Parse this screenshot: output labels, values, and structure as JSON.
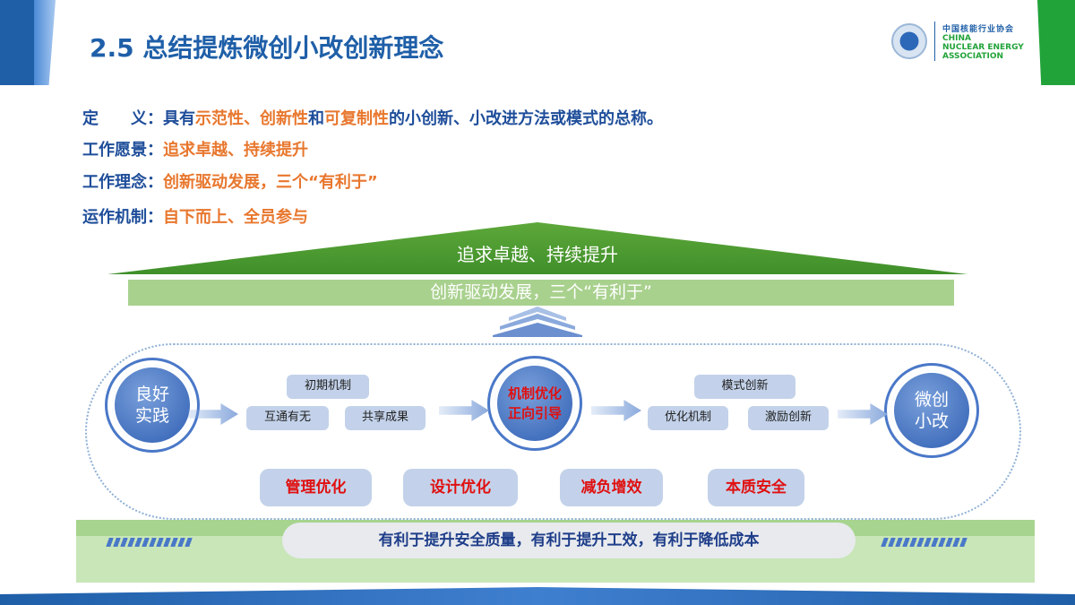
{
  "title": "2.5 总结提炼微创小改创新理念",
  "logo": {
    "cn": "中国核能行业协会",
    "en1": "CHINA",
    "en2": "NUCLEAR ENERGY",
    "en3": "ASSOCIATION"
  },
  "definition": {
    "label": "定　　义：",
    "p1": "具有",
    "h1": "示范性、创新性",
    "p2": "和",
    "h2": "可复制性",
    "p3": "的小创新、小改进方法或模式的总称。"
  },
  "vision": {
    "label": "工作愿景：",
    "value": "追求卓越、持续提升"
  },
  "concept": {
    "label": "工作理念：",
    "value": "创新驱动发展，三个“有利于”"
  },
  "mechanism": {
    "label": "运作机制：",
    "value": "自下而上、全员参与"
  },
  "roof": "追求卓越、持续提升",
  "beam": "创新驱动发展，三个“有利于”",
  "circles": {
    "left": [
      "良好",
      "实践"
    ],
    "center": [
      "机制优化",
      "正向引导"
    ],
    "right": [
      "微创",
      "小改"
    ]
  },
  "boxes_left": [
    "初期机制",
    "互通有无",
    "共享成果"
  ],
  "boxes_right": [
    "模式创新",
    "优化机制",
    "激励创新"
  ],
  "red_boxes": [
    "管理优化",
    "设计优化",
    "减负增效",
    "本质安全"
  ],
  "foundation": "有利于提升安全质量，有利于提升工效，有利于降低成本"
}
